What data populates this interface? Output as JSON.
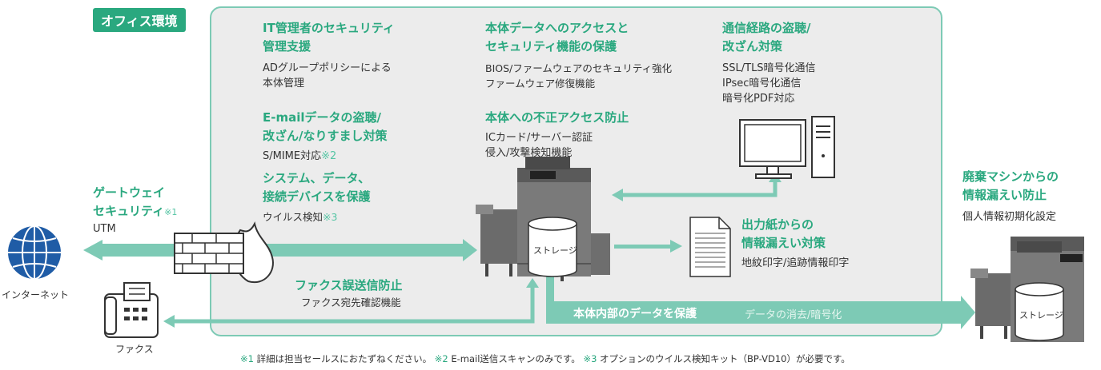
{
  "office_label": "オフィス環境",
  "it_admin": {
    "title_1": "IT管理者のセキュリティ",
    "title_2": "管理支援",
    "body_1": "ADグループポリシーによる",
    "body_2": "本体管理"
  },
  "email": {
    "title_1": "E-mailデータの盗聴/",
    "title_2": "改ざん/なりすまし対策",
    "body": "S/MIME対応",
    "note": "※2"
  },
  "system": {
    "title_1": "システム、データ、",
    "title_2": "接続デバイスを保護",
    "body": "ウイルス検知",
    "note": "※3"
  },
  "device_access": {
    "title_1": "本体データへのアクセスと",
    "title_2": "セキュリティ機能の保護",
    "body_1": "BIOS/ファームウェアのセキュリティ強化",
    "body_2": "ファームウェア修復機能"
  },
  "unauthorized": {
    "title": "本体への不正アクセス防止",
    "body_1": "ICカード/サーバー認証",
    "body_2": "侵入/攻撃検知機能"
  },
  "comm": {
    "title_1": "通信経路の盗聴/",
    "title_2": "改ざん対策",
    "body_1": "SSL/TLS暗号化通信",
    "body_2": "IPsec暗号化通信",
    "body_3": "暗号化PDF対応"
  },
  "output_paper": {
    "title_1": "出力紙からの",
    "title_2": "情報漏えい対策",
    "body": "地紋印字/追跡情報印字"
  },
  "gateway": {
    "title_1": "ゲートウェイ",
    "title_2": "セキュリティ",
    "note": "※1",
    "body": "UTM"
  },
  "fax_misdial": {
    "title": "ファクス誤送信防止",
    "body": "ファクス宛先確認機能"
  },
  "internal": {
    "title": "本体内部のデータを保護",
    "sub": "データの消去/暗号化"
  },
  "disposal": {
    "title_1": "廃棄マシンからの",
    "title_2": "情報漏えい防止",
    "body": "個人情報初期化設定"
  },
  "internet_label": "インターネット",
  "fax_label": "ファクス",
  "storage_label": "ストレージ",
  "storage_label_2": "ストレージ",
  "footnote": {
    "n1": "※1",
    "t1": " 詳細は担当セールスにおたずねください。",
    "n2": "※2",
    "t2": " E-mail送信スキャンのみです。",
    "n3": "※3",
    "t3": " オプションのウイルス検知キット（BP-VD10）が必要です。"
  },
  "colors": {
    "accent": "#2aa87f",
    "band": "#7dcab5",
    "panel": "#ececec",
    "globe": "#1f5ca6"
  }
}
